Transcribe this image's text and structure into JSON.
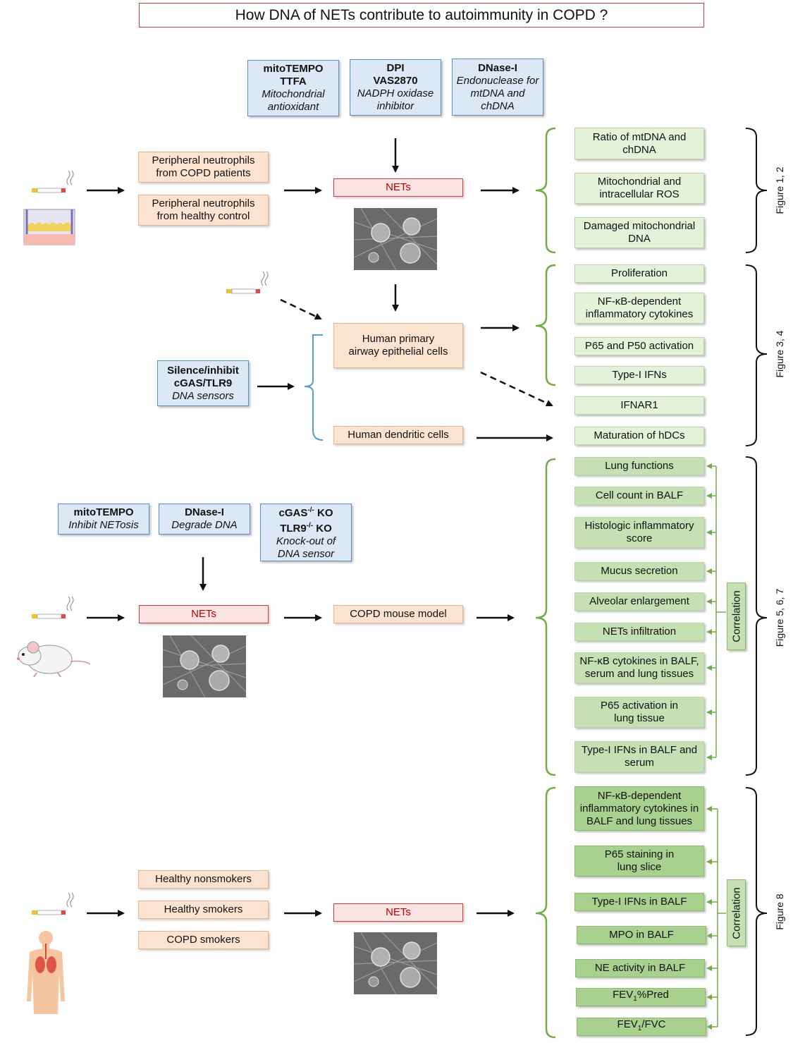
{
  "title": "How DNA of NETs contribute to autoimmunity in COPD ?",
  "inhibitors_top": {
    "mito": {
      "line1": "mitoTEMPO",
      "line2": "TTFA",
      "desc": "Mitochondrial antioxidant"
    },
    "dpi": {
      "line1": "DPI",
      "line2": "VAS2870",
      "desc": "NADPH oxidase inhibitor"
    },
    "dnase": {
      "line1": "DNase-I",
      "desc": "Endonuclease for mtDNA and chDNA"
    }
  },
  "neutrophils": {
    "copd": "Peripheral neutrophils from COPD patients",
    "healthy": "Peripheral neutrophils from healthy control"
  },
  "nets_label": "NETs",
  "airway_cells": "Human primary airway epithelial cells",
  "dendritic_cells": "Human dendritic cells",
  "silence": {
    "line1": "Silence/inhibit",
    "line2": "cGAS/TLR9",
    "desc": "DNA sensors"
  },
  "outcomes_fig12": [
    "Ratio of mtDNA and chDNA",
    "Mitochondrial and intracellular ROS",
    "Damaged mitochondrial DNA"
  ],
  "outcomes_fig34": [
    "Proliferation",
    "NF-κB-dependent inflammatory cytokines",
    "P65 and P50 activation",
    "Type-I IFNs",
    "IFNAR1",
    "Maturation of hDCs"
  ],
  "mouse_inhibitors": {
    "mito": {
      "line1": "mitoTEMPO",
      "desc": "Inhibit NETosis"
    },
    "dnase": {
      "line1": "DNase-I",
      "desc": "Degrade DNA"
    },
    "ko": {
      "cgas": "cGAS",
      "cgas_sup": "-/-",
      "cgas_suffix": " KO",
      "tlr9": "TLR9",
      "tlr9_sup": "-/-",
      "tlr9_suffix": " KO",
      "desc": "Knock-out of DNA sensor"
    }
  },
  "mouse_model": "COPD mouse model",
  "outcomes_fig567": [
    "Lung functions",
    "Cell count in BALF",
    "Histologic inflammatory score",
    "Mucus secretion",
    "Alveolar enlargement",
    "NETs infiltration",
    "NF-κB cytokines in BALF, serum and lung tissues",
    "P65 activation in lung tissue",
    "Type-I IFNs in BALF and serum"
  ],
  "human_groups": [
    "Healthy nonsmokers",
    "Healthy smokers",
    "COPD smokers"
  ],
  "outcomes_fig8": {
    "items": [
      "NF-κB-dependent inflammatory cytokines in BALF and lung tissues",
      "P65 staining in lung slice",
      "Type-I IFNs in BALF",
      "MPO in BALF",
      "NE activity in BALF"
    ],
    "fev_pred": {
      "pre": "FEV",
      "sub": "1",
      "post": "%Pred"
    },
    "fev_fvc": {
      "pre": "FEV",
      "sub": "1",
      "post": "/FVC"
    }
  },
  "correlation_label": "Correlation",
  "figure_labels": [
    "Figure 1, 2",
    "Figure 3, 4",
    "Figure 5, 6, 7",
    "Figure 8"
  ],
  "colors": {
    "title_border": "#d63a3a",
    "inhibitor_fill": "#dce8f5",
    "input_fill": "#fbe3d0",
    "nets_border": "#d63a3a",
    "outcome_light": "#e4f2da",
    "outcome_dark": "#a9d18e",
    "bracket": "#70ad47"
  }
}
